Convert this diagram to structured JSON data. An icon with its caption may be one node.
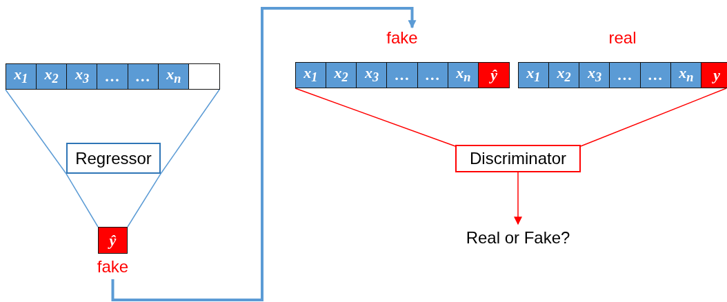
{
  "diagram": {
    "nodes": [
      {
        "text": [],
        "shape": "bar"
      },
      {
        "text": [
          "x$_{1}$"
        ],
        "in": 0
      },
      {
        "text": [
          "x$_{2}$"
        ],
        "in": 0
      },
      {
        "text": [
          "x$_{3}$"
        ],
        "in": 0
      },
      {
        "text": [
          "…"
        ],
        "in": 0
      },
      {
        "text": [
          "…"
        ],
        "in": 0
      },
      {
        "text": [
          "x$_{n}$"
        ],
        "in": 0
      },
      {
        "text": [],
        "shape": "box",
        "in": 0
      },
      {
        "text": [
          "Regressor"
        ]
      },
      {
        "text": [
          "ŷ"
        ],
        "beside": [
          "fake"
        ]
      },
      {
        "text": [
          "fake"
        ]
      },
      {
        "text": [
          "x$_{1}$"
        ],
        "in": 10
      },
      {
        "text": [
          "x$_{2}$"
        ],
        "in": 10
      },
      {
        "text": [
          "x$_{3}$"
        ],
        "in": 10
      },
      {
        "text": [
          "…"
        ],
        "in": 10
      },
      {
        "text": [
          "…"
        ],
        "in": 10
      },
      {
        "text": [
          "x$_{n}$"
        ],
        "in": 10
      },
      {
        "text": [
          "ŷ"
        ],
        "in": 10
      },
      {
        "text": [
          "real"
        ]
      },
      {
        "text": [
          "x$_{1}$"
        ],
        "in": 18
      },
      {
        "text": [
          "x$_{2}$"
        ],
        "in": 18
      },
      {
        "text": [
          "x$_{3}$"
        ],
        "in": 18
      },
      {
        "text": [
          "…"
        ],
        "in": 18
      },
      {
        "text": [
          "…"
        ],
        "in": 18
      },
      {
        "text": [
          "x$_{n}$"
        ],
        "in": 18
      },
      {
        "text": [
          "y"
        ],
        "in": 18
      },
      {
        "text": [
          "Discriminator"
        ]
      },
      {
        "text": [
          "Real or Fake?"
        ]
      }
    ],
    "edges": [
      {
        "from": 0,
        "to": 8,
        "arrow": "none"
      },
      {
        "from": 0,
        "to": 8,
        "arrow": "none"
      },
      {
        "from": 8,
        "to": 9,
        "arrow": "none"
      },
      {
        "from": 8,
        "to": 9,
        "arrow": "none"
      },
      {
        "from": 9,
        "to": 10,
        "arrow": "to",
        "style": "thick"
      },
      {
        "from": 10,
        "to": 26,
        "arrow": "none",
        "color": "#ff0000"
      },
      {
        "from": 18,
        "to": 26,
        "arrow": "none",
        "color": "#ff0000"
      },
      {
        "from": 26,
        "to": 27,
        "arrow": "to",
        "color": "#ff0000"
      }
    ]
  }
}
